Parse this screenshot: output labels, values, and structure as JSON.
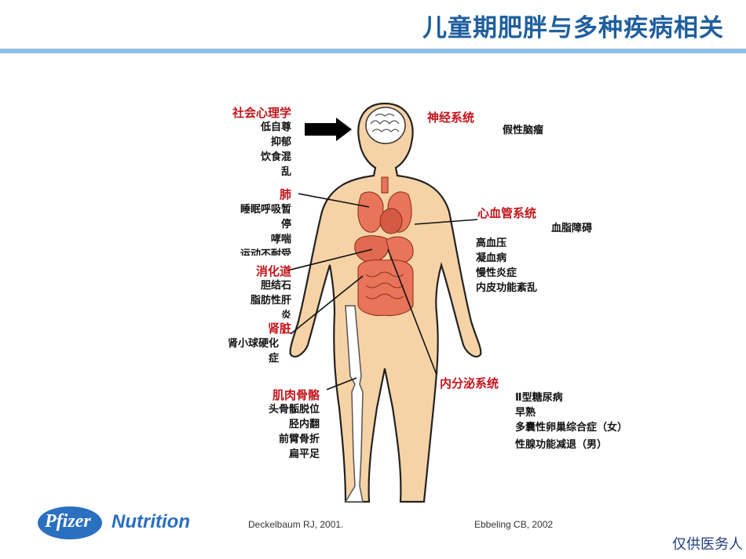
{
  "title": "儿童期肥胖与多种疾病相关",
  "sections": {
    "psychosocial": {
      "label": "社会心理学",
      "items": [
        "低自尊",
        "抑郁",
        "饮食混",
        "乱"
      ]
    },
    "lung": {
      "label": "肺",
      "items": [
        "睡眠呼吸暂",
        "停",
        "哮喘",
        "运动不耐受"
      ]
    },
    "digestive": {
      "label": "消化道",
      "items": [
        "胆结石",
        "脂肪性肝",
        "炎"
      ]
    },
    "kidney": {
      "label": "肾脏",
      "items": [
        "肾小球硬化",
        "症"
      ]
    },
    "musculoskeletal": {
      "label": "肌肉骨骼",
      "items": [
        "头骨骺脱位",
        "胫内翻",
        "前臂骨折",
        "扁平足"
      ]
    },
    "nervous": {
      "label": "神经系统",
      "items": [
        "假性脑瘤"
      ]
    },
    "cardiovascular": {
      "label": "心血管系统",
      "items": [
        "血脂障碍",
        "高血压",
        "凝血病",
        "慢性炎症",
        "内皮功能紊乱"
      ]
    },
    "endocrine": {
      "label": "内分泌系统",
      "items": [
        "Ⅱ型糖尿病",
        "早熟",
        "多囊性卵巢综合症（女）",
        "性腺功能减退（男）"
      ]
    }
  },
  "citations": [
    "Deckelbaum RJ, 2001.",
    "Ebbeling CB, 2002"
  ],
  "logo": {
    "brand": "Pfizer",
    "division": "Nutrition"
  },
  "footer_note": "仅供医务人"
}
